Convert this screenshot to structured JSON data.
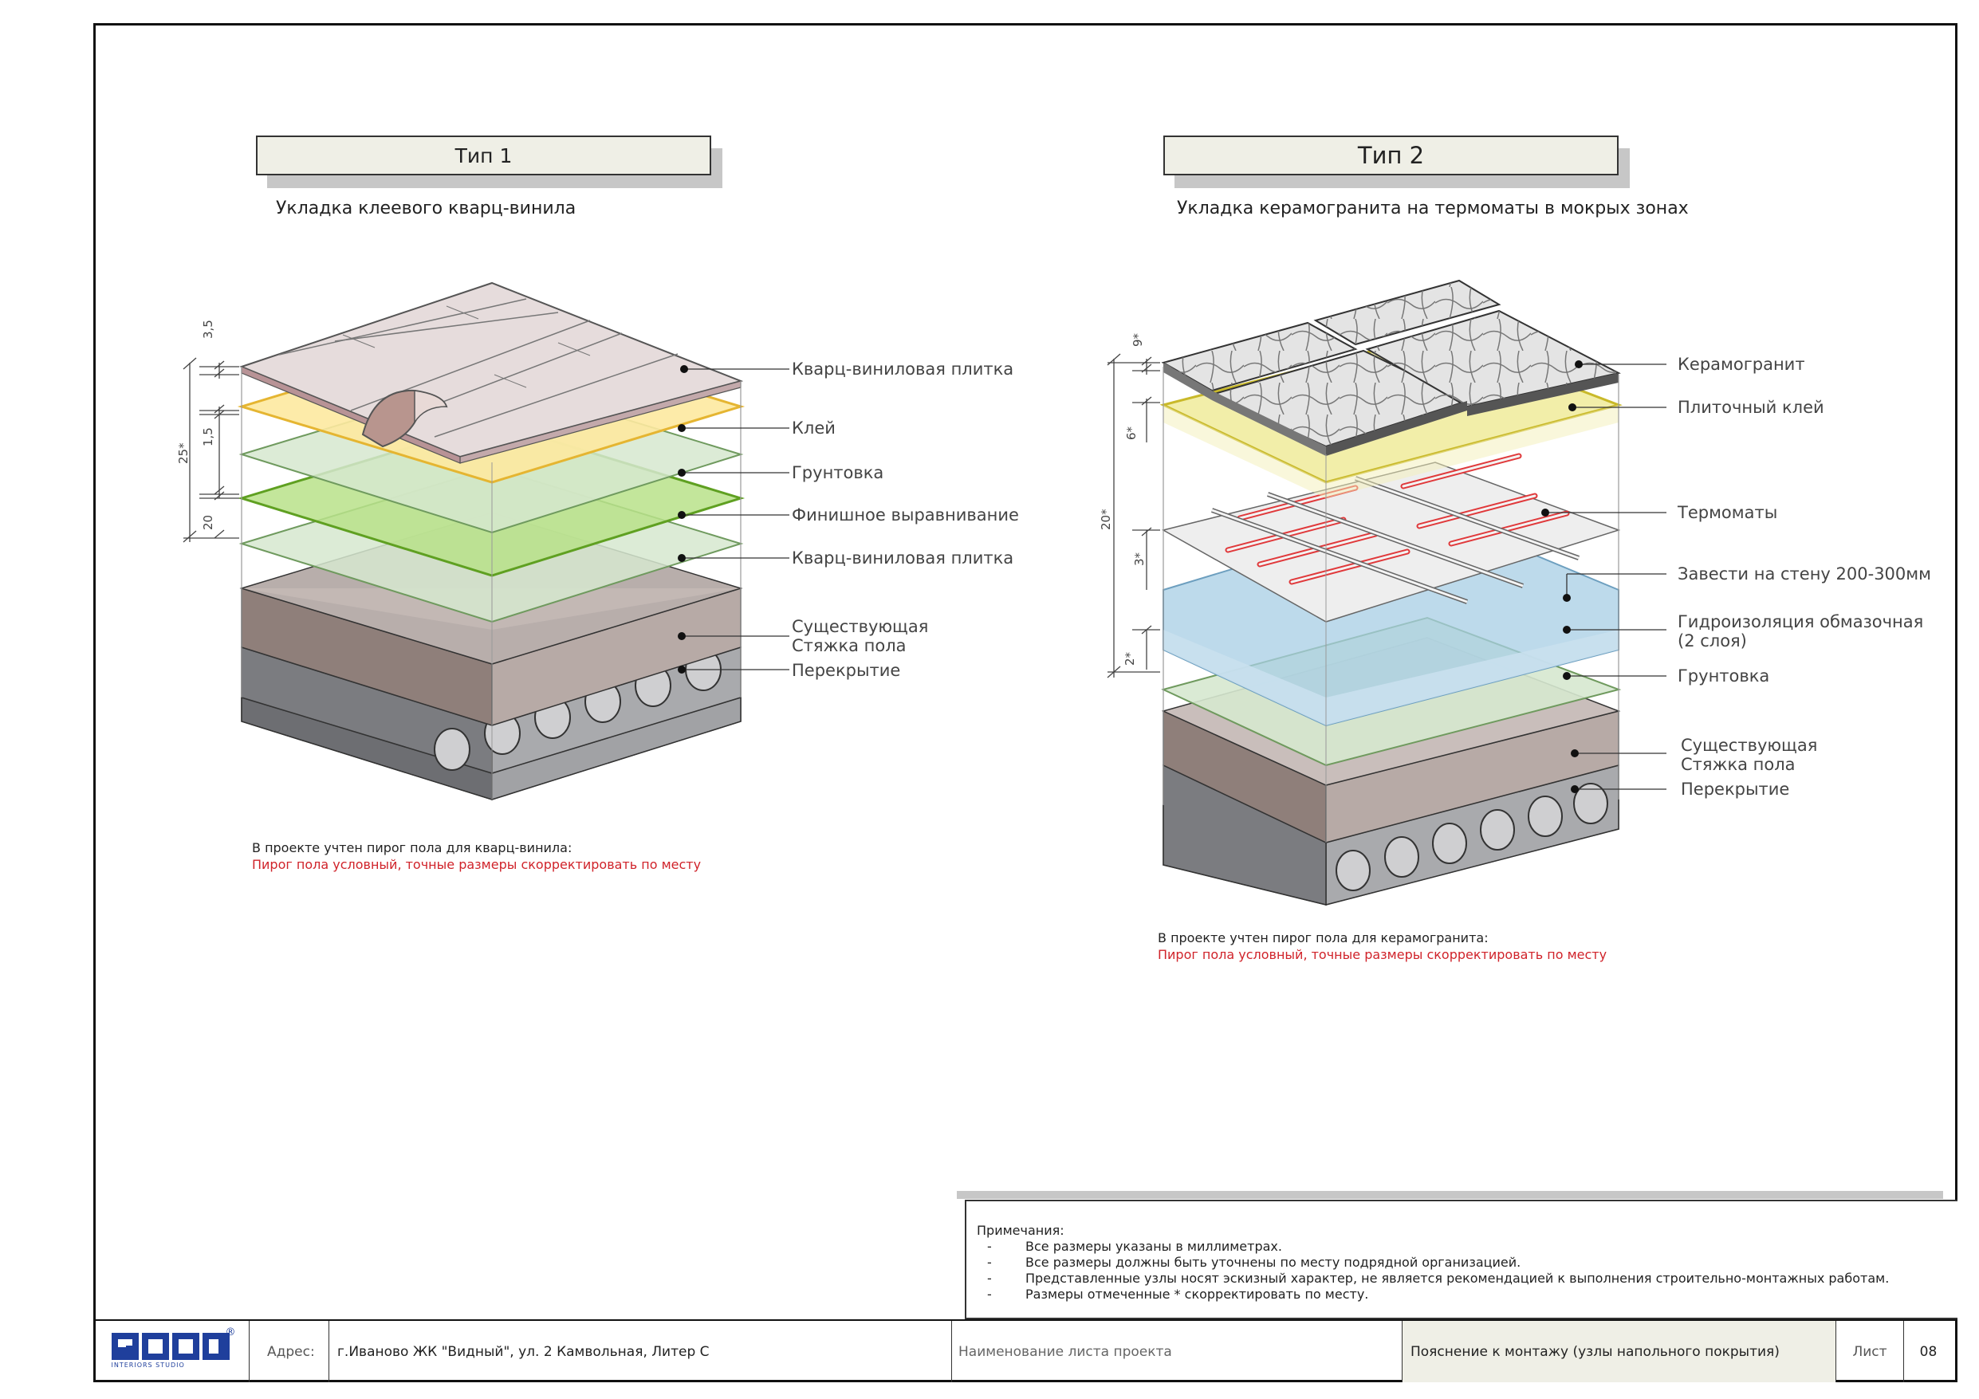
{
  "type1": {
    "title": "Тип 1",
    "subtitle": "Укладка клеевого кварц-винила",
    "layers": [
      "Кварц-виниловая плитка",
      "Клей",
      "Грунтовка",
      "Финишное выравнивание",
      "Кварц-виниловая плитка",
      "Существующая",
      "Стяжка пола",
      "Перекрытие"
    ],
    "dims": [
      "3,5",
      "1,5",
      "20",
      "25*"
    ],
    "note": "В проекте учтен пирог пола для кварц-винила:",
    "note_red": "Пирог пола условный, точные размеры скорректировать по месту"
  },
  "type2": {
    "title": "Тип 2",
    "subtitle": "Укладка керамогранита на термоматы в мокрых зонах",
    "layers": [
      "Керамогранит",
      "Плиточный клей",
      "Термоматы",
      "Завести на стену 200-300мм",
      "Гидроизоляция обмазочная",
      "(2 слоя)",
      "Грунтовка",
      "Существующая",
      "Стяжка пола",
      "Перекрытие"
    ],
    "dims": [
      "9*",
      "6*",
      "20*",
      "3*",
      "2*"
    ],
    "note": "В проекте учтен пирог пола для керамогранита:",
    "note_red": "Пирог пола условный, точные размеры скорректировать по месту"
  },
  "notes": {
    "heading": "Примечания:",
    "items": [
      "Все размеры указаны в миллиметрах.",
      "Все размеры должны быть уточнены по месту подрядной организацией.",
      "Представленные узлы носят эскизный характер, не является рекомендацией к выполнения строительно-монтажных работам.",
      "Размеры отмеченные * скорректировать по месту."
    ]
  },
  "title_block": {
    "logo_sub": "INTERIORS STUDIO",
    "registered": "®",
    "address_label": "Адрес:",
    "address": "г.Иваново ЖК \"Видный\", ул. 2 Камвольная, Литер С",
    "sheet_name_label": "Наименование листа проекта",
    "sheet_name": "Пояснение к монтажу (узлы напольного покрытия)",
    "sheet_label": "Лист",
    "sheet_number": "08"
  },
  "colors": {
    "logo_blue": "#1f3f9c",
    "accent_red": "#d0232a",
    "glue_yellow": "#fde9a0",
    "primer_green": "#d6e8cf",
    "leveling_green": "#b9e28a",
    "screed": "#b7aaa6",
    "slab": "#8e8e90",
    "waterproof_blue": "#a7cde4",
    "tile_adhesive": "#f0eb9a"
  }
}
